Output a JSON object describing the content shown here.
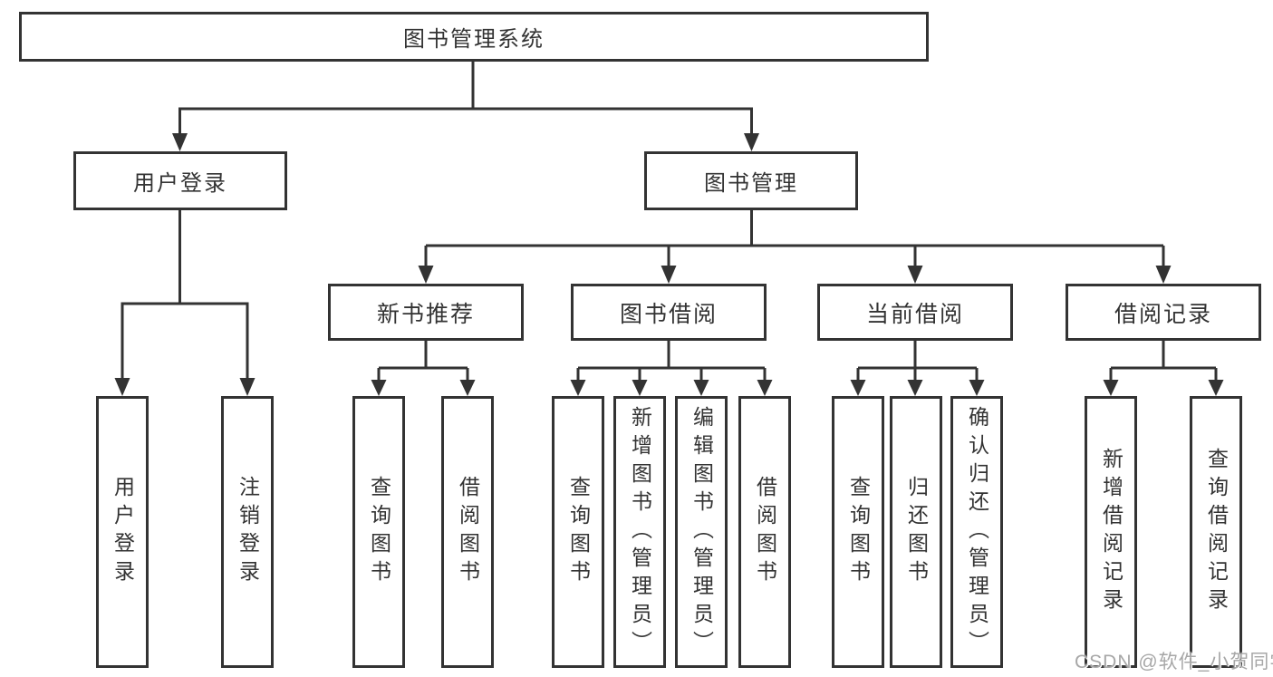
{
  "tree": {
    "root": {
      "label": "图书管理系统"
    },
    "branches": [
      {
        "label": "用户登录",
        "children": [
          {
            "label": "用户登录"
          },
          {
            "label": "注销登录"
          }
        ]
      },
      {
        "label": "图书管理",
        "children": [
          {
            "label": "新书推荐",
            "children": [
              {
                "label": "查询图书"
              },
              {
                "label": "借阅图书"
              }
            ]
          },
          {
            "label": "图书借阅",
            "children": [
              {
                "label": "查询图书"
              },
              {
                "label": "新增图书（管理员）"
              },
              {
                "label": "编辑图书（管理员）"
              },
              {
                "label": "借阅图书"
              }
            ]
          },
          {
            "label": "当前借阅",
            "children": [
              {
                "label": "查询图书"
              },
              {
                "label": "归还图书"
              },
              {
                "label": "确认归还（管理员）"
              }
            ]
          },
          {
            "label": "借阅记录",
            "children": [
              {
                "label": "新增借阅记录"
              },
              {
                "label": "查询借阅记录"
              }
            ]
          }
        ]
      }
    ]
  },
  "watermark": {
    "text": "CSDN @软件_小贺同学"
  },
  "colors": {
    "line": "#333333",
    "text": "#333333",
    "box_background": "#ffffff",
    "watermark": "#a7a7a7"
  }
}
